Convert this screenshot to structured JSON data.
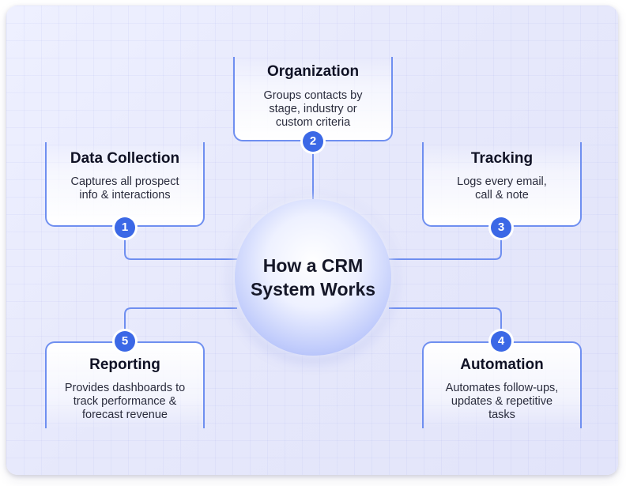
{
  "hub": {
    "title": "How a CRM\nSystem Works"
  },
  "steps": [
    {
      "number": "1",
      "title": "Data Collection",
      "description": "Captures all prospect\ninfo & interactions"
    },
    {
      "number": "2",
      "title": "Organization",
      "description": "Groups contacts by\nstage, industry or\ncustom criteria"
    },
    {
      "number": "3",
      "title": "Tracking",
      "description": "Logs every email,\ncall & note"
    },
    {
      "number": "4",
      "title": "Automation",
      "description": "Automates follow-ups,\nupdates & repetitive\ntasks"
    },
    {
      "number": "5",
      "title": "Reporting",
      "description": "Provides dashboards to\ntrack performance &\nforecast revenue"
    }
  ],
  "colors": {
    "accent": "#3b68e6",
    "border": "#6f8ff0",
    "background": "#e8eafc"
  }
}
